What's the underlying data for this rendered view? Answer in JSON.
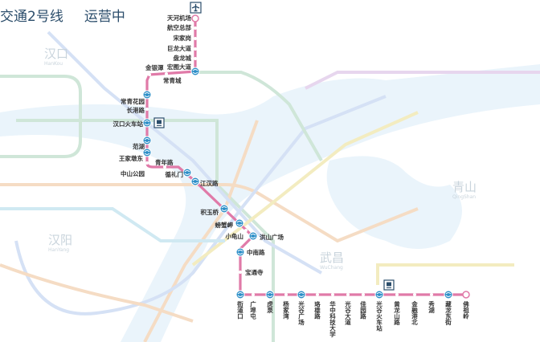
{
  "header": {
    "line_name": "交通2号线",
    "status": "运营中"
  },
  "line": {
    "color": "#e07aa8",
    "interchange_color": "#2d8fc8"
  },
  "districts": [
    {
      "name": "汉口",
      "pinyin": "HanKou"
    },
    {
      "name": "汉阳",
      "pinyin": "HanYang"
    },
    {
      "name": "武昌",
      "pinyin": "WuChang"
    },
    {
      "name": "青山",
      "pinyin": "QingShan"
    }
  ],
  "icons": {
    "airport": "airplane-icon",
    "railway": "train-icon"
  },
  "stations": [
    {
      "name": "天河机场",
      "terminal": true
    },
    {
      "name": "航空总部"
    },
    {
      "name": "宋家岗"
    },
    {
      "name": "巨龙大道"
    },
    {
      "name": "盘龙城"
    },
    {
      "name": "宏图大道",
      "interchange": true
    },
    {
      "name": "常青城"
    },
    {
      "name": "金银潭"
    },
    {
      "name": "常青花园",
      "interchange": true
    },
    {
      "name": "长港路"
    },
    {
      "name": "汉口火车站",
      "interchange": true
    },
    {
      "name": "范湖",
      "interchange": true
    },
    {
      "name": "王家墩东",
      "interchange": true
    },
    {
      "name": "青年路"
    },
    {
      "name": "中山公园"
    },
    {
      "name": "循礼门",
      "interchange": true
    },
    {
      "name": "江汉路",
      "interchange": true
    },
    {
      "name": "积玉桥",
      "interchange": true
    },
    {
      "name": "螃蟹岬",
      "interchange": true
    },
    {
      "name": "小龟山"
    },
    {
      "name": "洪山广场",
      "interchange": true
    },
    {
      "name": "中南路",
      "interchange": true
    },
    {
      "name": "宝通寺"
    },
    {
      "name": "街道口",
      "interchange": true
    },
    {
      "name": "广埠屯"
    },
    {
      "name": "虎泉",
      "interchange": true
    },
    {
      "name": "杨家湾"
    },
    {
      "name": "光谷广场",
      "interchange": true
    },
    {
      "name": "珞雄路"
    },
    {
      "name": "华中科技大学"
    },
    {
      "name": "光谷大道"
    },
    {
      "name": "佳园路"
    },
    {
      "name": "光谷火车站",
      "interchange": true
    },
    {
      "name": "黄龙山路"
    },
    {
      "name": "金融港北"
    },
    {
      "name": "秀湖"
    },
    {
      "name": "藏龙东街",
      "interchange": true
    },
    {
      "name": "佛祖岭",
      "terminal": true
    }
  ]
}
